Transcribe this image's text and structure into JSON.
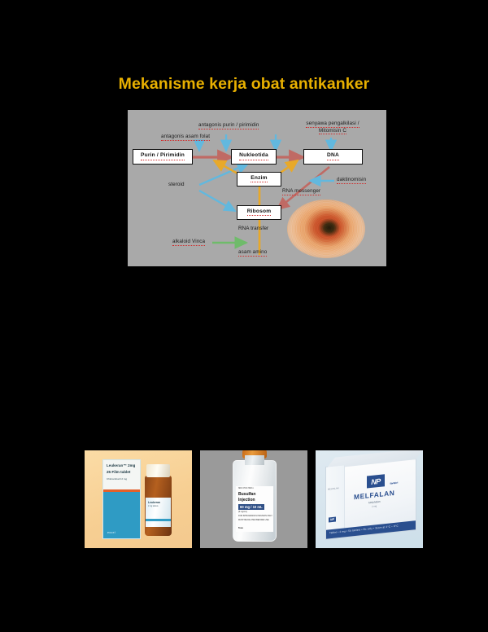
{
  "page": {
    "background_color": "#000000",
    "title": "Mekanisme kerja obat antikanker",
    "title_color": "#e8b000"
  },
  "diagram": {
    "name": "anticancer-drug-mechanism-diagram",
    "background_color": "#a9a9a9",
    "boxes": [
      {
        "id": "purin-pirimidin",
        "label": "Purin /  Pirimidin"
      },
      {
        "id": "nukleotida",
        "label": "Nukleotida"
      },
      {
        "id": "dna",
        "label": "DNA"
      },
      {
        "id": "enzim",
        "label": "Enzim"
      },
      {
        "id": "ribosom",
        "label": "Ribosom"
      }
    ],
    "labels": [
      {
        "id": "antagonis-asam-folat",
        "text": "antagonis asam folat"
      },
      {
        "id": "antagonis-purin-pirimidin",
        "text": "antagonis purin / pirimidin"
      },
      {
        "id": "senyawa-pengalkilasi",
        "line1": "senyawa pengalkilasi /",
        "line2": "Mitomisin C"
      },
      {
        "id": "steroid",
        "text": "steroid"
      },
      {
        "id": "daktinomisin",
        "text": "daktinomisin"
      },
      {
        "id": "rna-messenger",
        "text": "RNA messenger"
      },
      {
        "id": "rna-transfer",
        "text": "RNA transfer"
      },
      {
        "id": "alkaloid-vinca",
        "text": "alkaloid Vinca"
      },
      {
        "id": "asam-amino",
        "text": "asam amino"
      }
    ],
    "arrow_colors": {
      "pathway_red": "#c06a64",
      "inhibitor_blue": "#62b8de",
      "enzyme_yellow": "#e8a92a",
      "vinca_green": "#6fbb6a"
    },
    "photo": {
      "id": "lesion-photo",
      "caption": ""
    }
  },
  "products": [
    {
      "id": "leukeran",
      "brand": "Leukeran™ 2mg",
      "form": "25 Film tablet",
      "detail": "Chlorambucil 2 mg",
      "manufacturer": "excel",
      "bottle_label": "Leukeran",
      "bottle_sub": "2 mg tablets",
      "background_color": "#f7cf93"
    },
    {
      "id": "busulfan",
      "top_line": "NDC 0703-7328-1",
      "name_line1": "Busulfan",
      "name_line2": "Injection",
      "dose": "60 mg / 10 mL",
      "dose_sub": "(6 mg/mL)",
      "warn1": "FOR INTRAVENOUS INFUSION ONLY",
      "warn2": "MUST BE DILUTED BEFORE USE",
      "warn3": "Cytotoxic agent",
      "footer": "10 mL Single-dose vial",
      "manufacturer": "Teva",
      "background_color": "#9a9a9a"
    },
    {
      "id": "melfalan",
      "logo": "NP",
      "logo_sub": "Blue Topic®",
      "name": "MELFALAN",
      "sub": "Melphalan",
      "sub2": "2 mg",
      "side_text": "MELFALAN",
      "bottom_band": "Tablet • 2 mg • 50 tablets • Rx only • Store at 2°C – 8°C",
      "bottom_count": "50",
      "background_color": "#d4e3ec"
    }
  ]
}
